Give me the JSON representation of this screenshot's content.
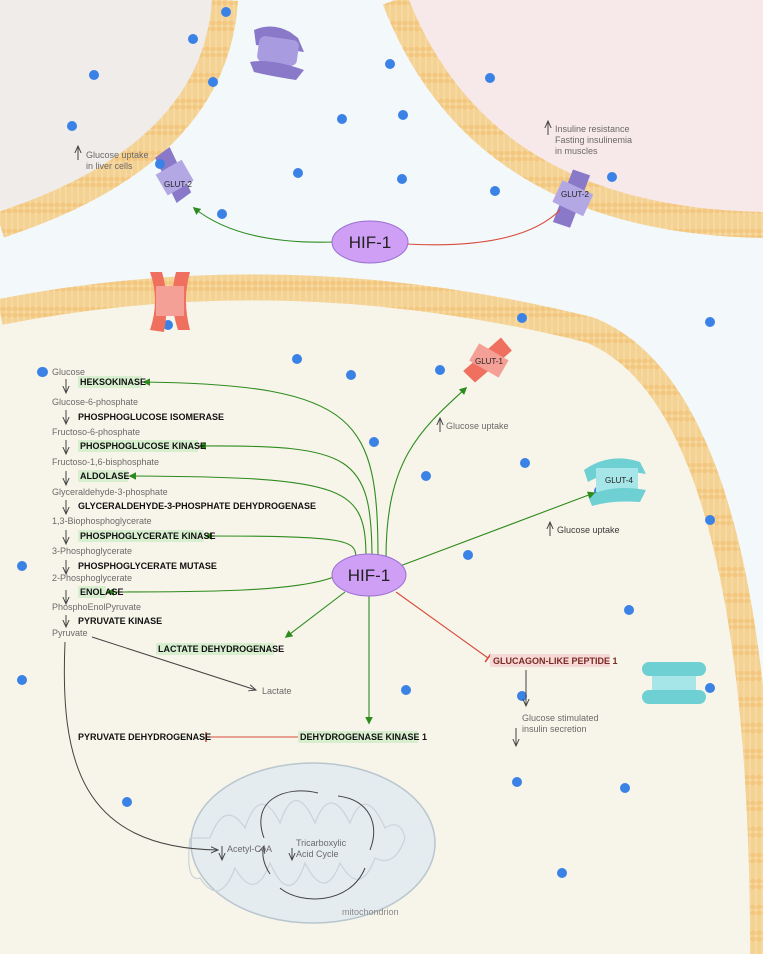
{
  "hif_label": "HIF-1",
  "transporters": {
    "glut2_left": "GLUT-2",
    "glut2_right": "GLUT-2",
    "glut1": "GLUT-1",
    "glut4": "GLUT-4"
  },
  "notes": {
    "liver_line1": "Glucose uptake",
    "liver_line2": "in liver cells",
    "muscle_line1": "Insuline resistance",
    "muscle_line2": "Fasting insulinemia",
    "muscle_line3": "in muscles",
    "glut1_uptake": "Glucose uptake",
    "glut4_uptake": "Glucose uptake",
    "insulin_line1": "Glucose stimulated",
    "insulin_line2": "insulin secretion"
  },
  "glycolysis": {
    "glucose": "Glucose",
    "g6p": "Glucose-6-phosphate",
    "f6p": "Fructoso-6-phosphate",
    "f16bp": "Fructoso-1,6-bisphosphate",
    "g3p": "Glyceraldehyde-3-phosphate",
    "bpg": "1,3-Biophosphoglycerate",
    "pg3": "3-Phosphoglycerate",
    "pg2": "2-Phosphoglycerate",
    "pep": "PhosphoEnolPyruvate",
    "pyruvate": "Pyruvate",
    "lactate": "Lactate"
  },
  "enzymes": {
    "hexokinase": "HEKSOKINASE",
    "pgi": "PHOSPHOGLUCOSE ISOMERASE",
    "pgk_fructo": "PHOSPHOGLUCOSE KINASE",
    "aldolase": "ALDOLASE",
    "gapdh": "GLYCERALDEHYDE-3-PHOSPHATE DEHYDROGENASE",
    "pgk": "PHOSPHOGLYCERATE KINASE",
    "pgm": "PHOSPHOGLYCERATE MUTASE",
    "enolase": "ENOLASE",
    "pk": "PYRUVATE KINASE",
    "ldh": "LACTATE DEHYDROGENASE",
    "pdh": "PYRUVATE DEHYDROGENASE",
    "pdk1": "DEHYDROGENASE KINASE 1",
    "glp1": "GLUCAGON-LIKE PEPTIDE 1"
  },
  "mito": {
    "acetyl": "Acetyl-CoA",
    "tca_line1": "Tricarboxylic",
    "tca_line2": "Acid Cycle",
    "label": "mitochondrion"
  },
  "colors": {
    "activation": "#2e8b1e",
    "inhibition": "#d84a3a",
    "hif_fill": "#cf9ff5",
    "glucose_dot": "#3b82e6",
    "membrane": "#f6cf8b",
    "glut2": "#8a78c8",
    "glut1": "#f0705f",
    "glut4": "#6fd0d3"
  }
}
